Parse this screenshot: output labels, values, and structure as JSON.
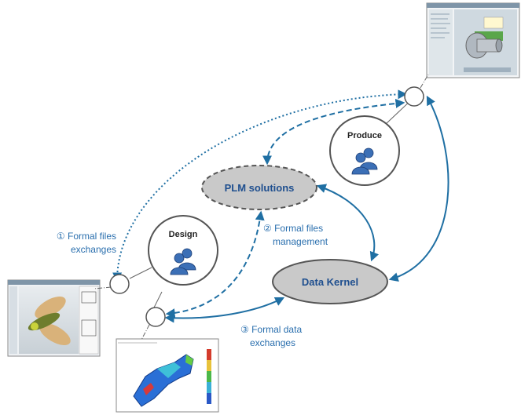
{
  "nodes": {
    "design": "Design",
    "produce": "Produce",
    "plm": "PLM solutions",
    "kernel": "Data Kernel"
  },
  "labels": {
    "formal_files_exchanges": [
      "① Formal files",
      "exchanges"
    ],
    "formal_files_management": [
      "② Formal files",
      "management"
    ],
    "formal_data_exchanges": [
      "③ Formal data",
      "exchanges"
    ]
  },
  "colors": {
    "arrow": "#1f6fa3",
    "label_text": "#2a6fae",
    "ellipse_fill": "#c9c9c9",
    "ellipse_text": "#1f4f8f",
    "circle_stroke": "#555555",
    "user_icon": "#3b6fb6"
  }
}
